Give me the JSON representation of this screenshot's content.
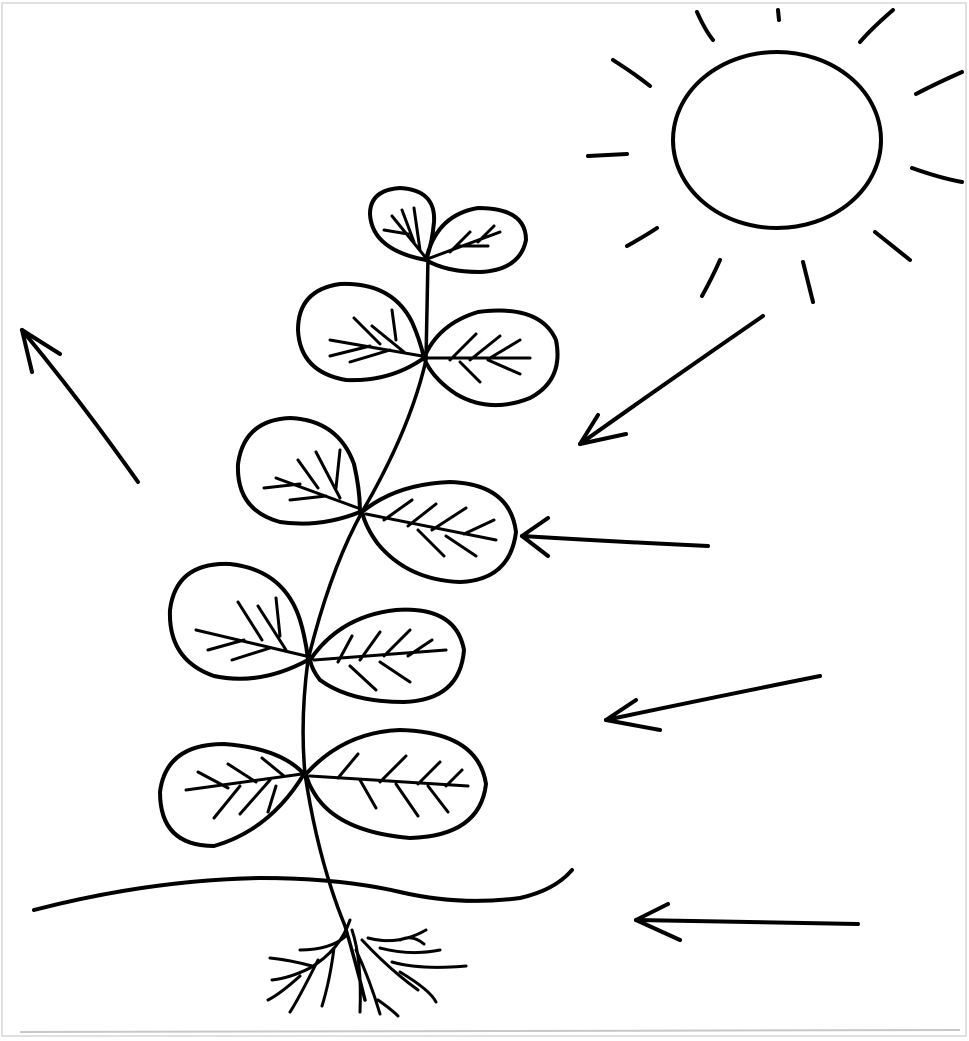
{
  "image": {
    "ink_color": "#000000",
    "paper_color": "#ffffff",
    "edge_color": "#d6d6d6",
    "elements": [
      "sun",
      "sun-rays",
      "plant",
      "leaves",
      "roots",
      "ground-line",
      "arrows"
    ]
  }
}
